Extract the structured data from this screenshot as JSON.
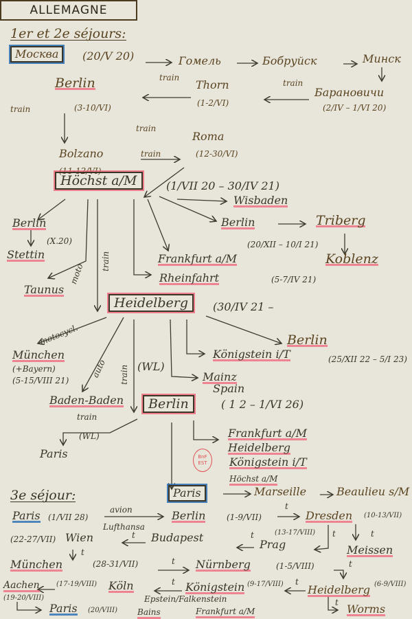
{
  "title": "ALLEMAGNE",
  "stamp": "BnF EST",
  "colors": {
    "paper": "#e8e5db",
    "ink": "#3b3528",
    "red_highlight": "#f06478",
    "blue_highlight": "#286eb4"
  },
  "part1": {
    "heading": "1er et 2e séjours:",
    "moscow": "Москва",
    "moscow_date": "(20/V 20)",
    "gomel": "Гомель",
    "bobruisk": "Бобруйск",
    "minsk": "Минск",
    "baranovichi": "Барановичи",
    "baranovichi_date": "(2/IV – 1/VI 20)",
    "train1": "train",
    "thorn": "Thorn",
    "thorn_date": "(1-2/VI)",
    "train2": "train",
    "berlin": "Berlin",
    "berlin_date": "(3-10/VI)",
    "train3": "train",
    "bolzano": "Bolzano",
    "bolzano_date": "(11-12/VI)",
    "train4": "train",
    "roma": "Roma",
    "roma_date": "(12-30/VI)",
    "train5": "train",
    "hochst": "Höchst a/M",
    "hochst_date": "(1/VII 20 – 30/IV 21)",
    "wisbaden": "Wisbaden",
    "berlin2": "Berlin",
    "triberg": "Triberg",
    "berlin2_date": "(20/XII – 10/I 21)",
    "koblenz": "Koblenz",
    "berlin3": "Berlin",
    "berlin3_date": "(X.20)",
    "stettin": "Stettin",
    "taunus": "Taunus",
    "moto": "moto",
    "train6": "train",
    "frankfurt": "Frankfurt a/M",
    "rheinfahrt": "Rheinfahrt",
    "rheinfahrt_date": "(5-7/IV 21)",
    "heidelberg": "Heidelberg",
    "heidelberg_date": "(30/IV 21 –",
    "motocycl": "motocycl.",
    "munchen": "München",
    "bayern": "(+Bayern)",
    "munchen_date": "(5-15/VIII 21)",
    "auto": "auto",
    "train7": "train",
    "wl1": "(WL)",
    "berlin4": "Berlin",
    "konigstein": "Königstein i/T",
    "konigstein_date": "(25/XII 22 – 5/I 23)",
    "mainz": "Mainz",
    "spain": "Spain",
    "baden": "Baden-Baden",
    "berlin5": "Berlin",
    "berlin5_date": "( 1 2 – 1/VI 26)",
    "train8": "train",
    "wl2": "(WL)",
    "paris": "Paris",
    "frankfurt2": "Frankfurt a/M",
    "heidelberg2": "Heidelberg",
    "konigstein2": "Königstein i/T",
    "hochst2": "Höchst a/M",
    "paris2": "Paris",
    "marseille": "Marseille",
    "beaulieu": "Beaulieu s/M"
  },
  "part2": {
    "heading": "3e séjour:",
    "paris": "Paris",
    "paris_date": "(1/VII 28)",
    "avion": "avion",
    "lufthansa": "Lufthansa",
    "berlin": "Berlin",
    "berlin_date": "(1-9/VII)",
    "t1": "t",
    "dresden": "Dresden",
    "dresden_date": "(10-13/VII)",
    "wien_date": "(22-27/VII)",
    "wien": "Wien",
    "t2": "t",
    "budapest": "Budapest",
    "t3": "t",
    "prag": "Prag",
    "prag_date": "(13-17/VIII)",
    "t4": "t",
    "meissen": "Meissen",
    "t5": "t",
    "t6": "t",
    "munchen": "München",
    "munchen_date": "(28-31/VII)",
    "t7": "t",
    "nurnberg": "Nürnberg",
    "nurnberg_date": "(1-5/VIII)",
    "t8": "t",
    "aachen": "Aachen",
    "aachen_date": "(17-19/VIII)",
    "koln": "Köln",
    "t9": "t",
    "konigstein": "Königstein",
    "konigstein_date": "(9-17/VIII)",
    "t10": "t",
    "heidelberg": "Heidelberg",
    "heidelberg_date": "(6-9/VIII)",
    "aachen_date2": "(19-20/VIII)",
    "paris2": "Paris",
    "paris2_date": "(20/VIII)",
    "epstein": "Epstein/Falkenstein",
    "bains": "Bains",
    "frankfurt": "Frankfurt a/M",
    "t11": "t",
    "worms": "Worms"
  }
}
